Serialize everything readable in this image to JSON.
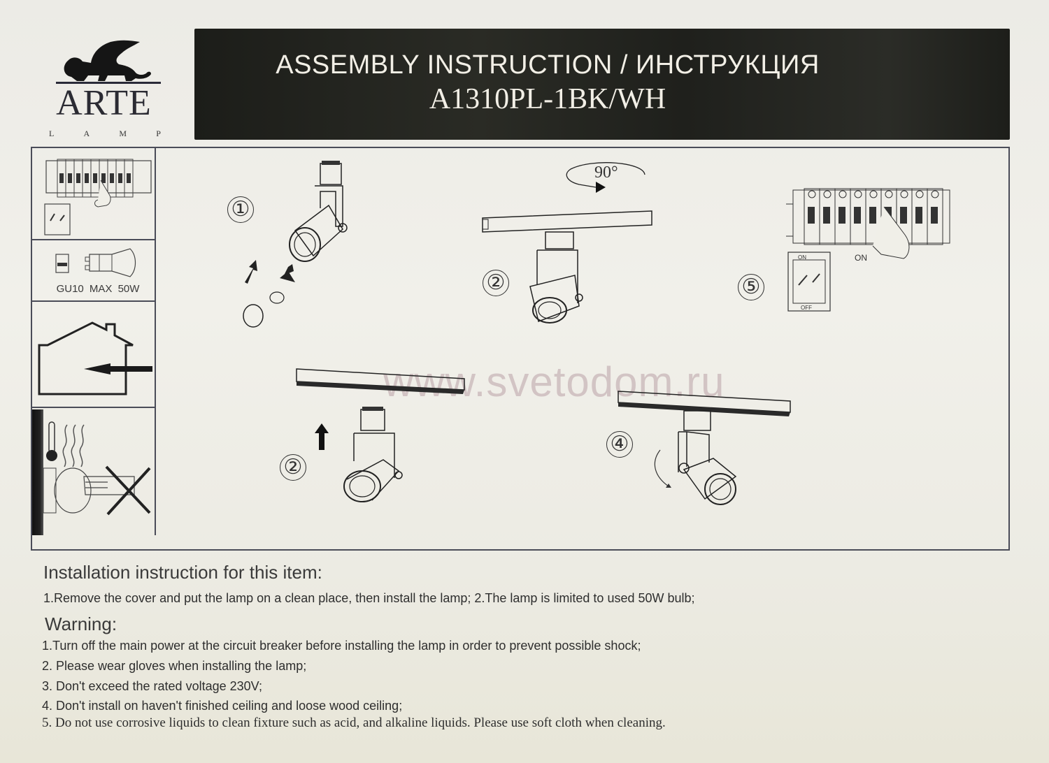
{
  "brand": {
    "name": "ARTE",
    "sub": [
      "L",
      "A",
      "M",
      "P"
    ]
  },
  "header": {
    "title": "ASSEMBLY INSTRUCTION / ИНСТРУКЦИЯ",
    "model": "A1310PL-1BK/WH"
  },
  "sidebar": {
    "bulb_spec": "GU10 MAX 50W"
  },
  "diagram": {
    "steps": [
      {
        "number": "①",
        "id": "1"
      },
      {
        "number": "②",
        "id": "2a"
      },
      {
        "number": "②",
        "id": "2b"
      },
      {
        "number": "④",
        "id": "4"
      },
      {
        "number": "⑤",
        "id": "5"
      }
    ],
    "rotation_label": "90°",
    "breaker_on_label": "ON",
    "switch_on_label": "ON",
    "switch_off_label": "OFF",
    "watermark": "www.svetodom.ru"
  },
  "instructions": {
    "heading": "Installation instruction for this item:",
    "line": "1.Remove the cover and put the lamp on a clean place, then install the lamp;  2.The lamp is limited to used  50W bulb;"
  },
  "warning": {
    "heading": "Warning:",
    "items": [
      "1.Turn off the main power at the circuit breaker before installing the lamp in order to prevent  possible shock;",
      "2. Please wear gloves when installing the lamp;",
      "3. Don't exceed the rated voltage 230V;",
      "4. Don't install on haven't finished ceiling and loose wood ceiling;",
      "5. Do not use corrosive liquids to clean fixture such as acid, and alkaline liquids. Please use soft cloth  when cleaning."
    ]
  }
}
